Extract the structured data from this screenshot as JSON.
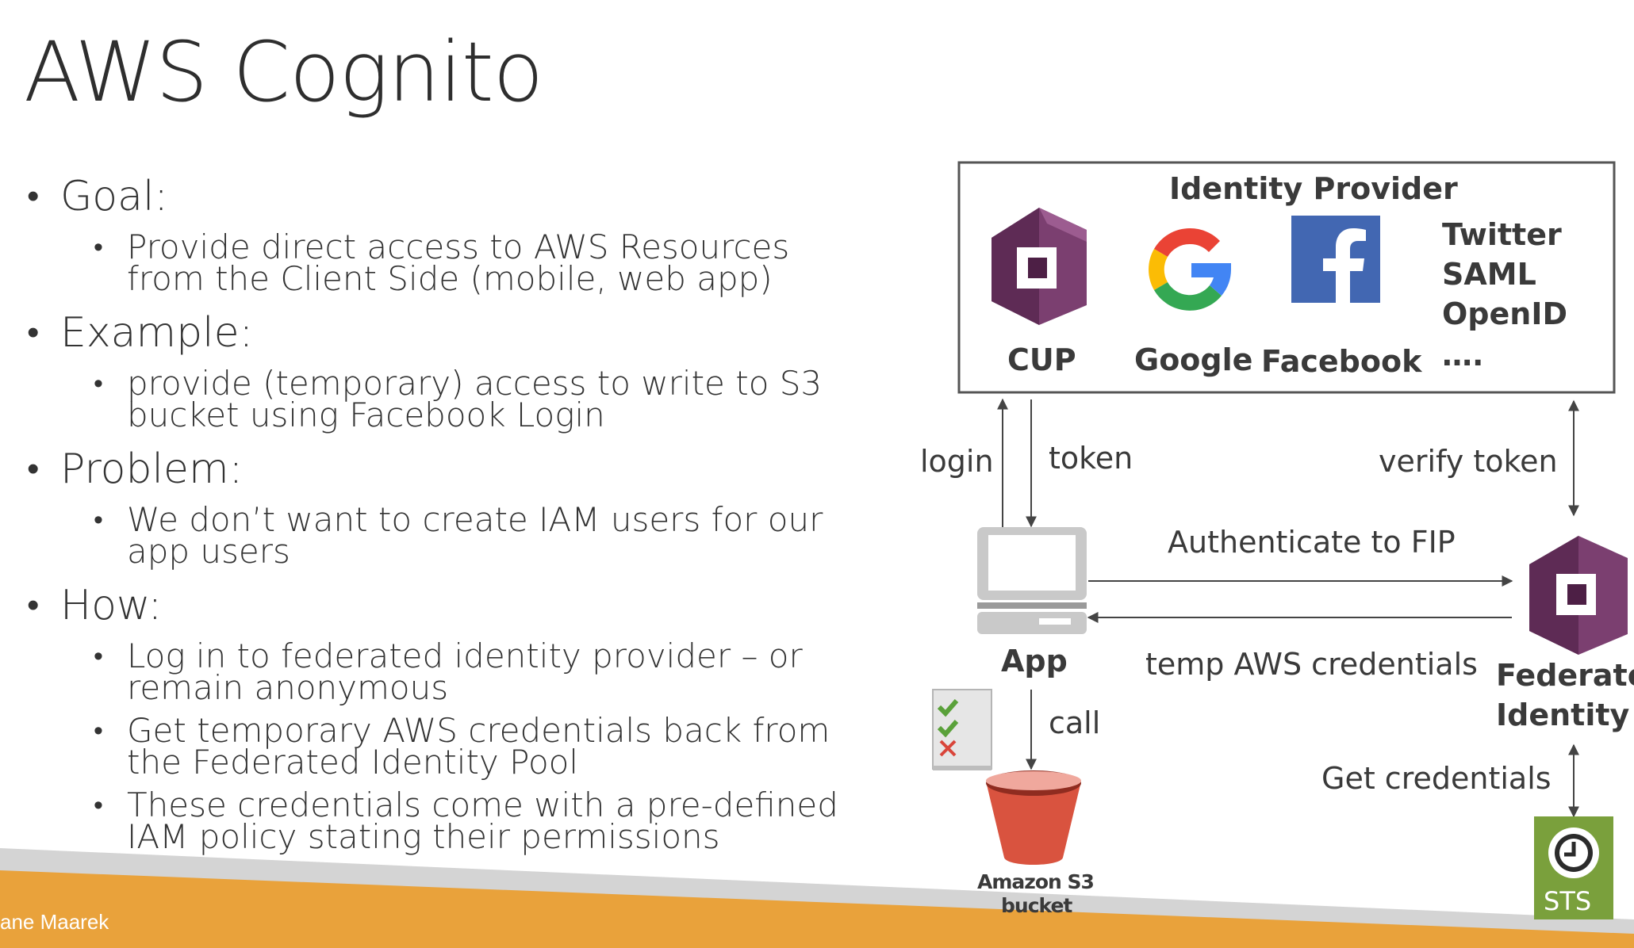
{
  "slide": {
    "title": "AWS Cognito",
    "footer": "ane Maarek"
  },
  "bullets": [
    {
      "heading": "Goal:",
      "items": [
        "Provide direct access to AWS Resources from the Client Side (mobile, web app)"
      ]
    },
    {
      "heading": "Example:",
      "items": [
        "provide (temporary) access to write to S3 bucket using Facebook Login"
      ]
    },
    {
      "heading": "Problem:",
      "items": [
        "We don’t want to create IAM users for our app users"
      ]
    },
    {
      "heading": "How:",
      "items": [
        "Log in to federated identity provider – or remain anonymous",
        "Get temporary AWS credentials back from the Federated Identity Pool",
        "These credentials come with a pre-defined IAM policy stating their permissions"
      ]
    }
  ],
  "diagram": {
    "idp_title": "Identity Provider",
    "cup": "CUP",
    "google": "Google",
    "facebook": "Facebook",
    "others": [
      "Twitter",
      "SAML",
      "OpenID",
      "…."
    ],
    "login": "login",
    "token": "token",
    "verify_token": "verify token",
    "authenticate": "Authenticate to FIP",
    "temp_credentials": "temp AWS credentials",
    "app": "App",
    "call": "call",
    "s3_line1": "Amazon S3",
    "s3_line2": "bucket",
    "federated_line1": "Federated",
    "federated_line2": "Identity",
    "get_credentials": "Get credentials",
    "sts": "STS"
  },
  "colors": {
    "cognito_purple": "#7b3f70",
    "cognito_purple_dark": "#4d1f45",
    "facebook_blue": "#4267b2",
    "s3_red": "#d9533f",
    "sts_green": "#7aa03c",
    "footer_orange": "#e9a23b"
  }
}
